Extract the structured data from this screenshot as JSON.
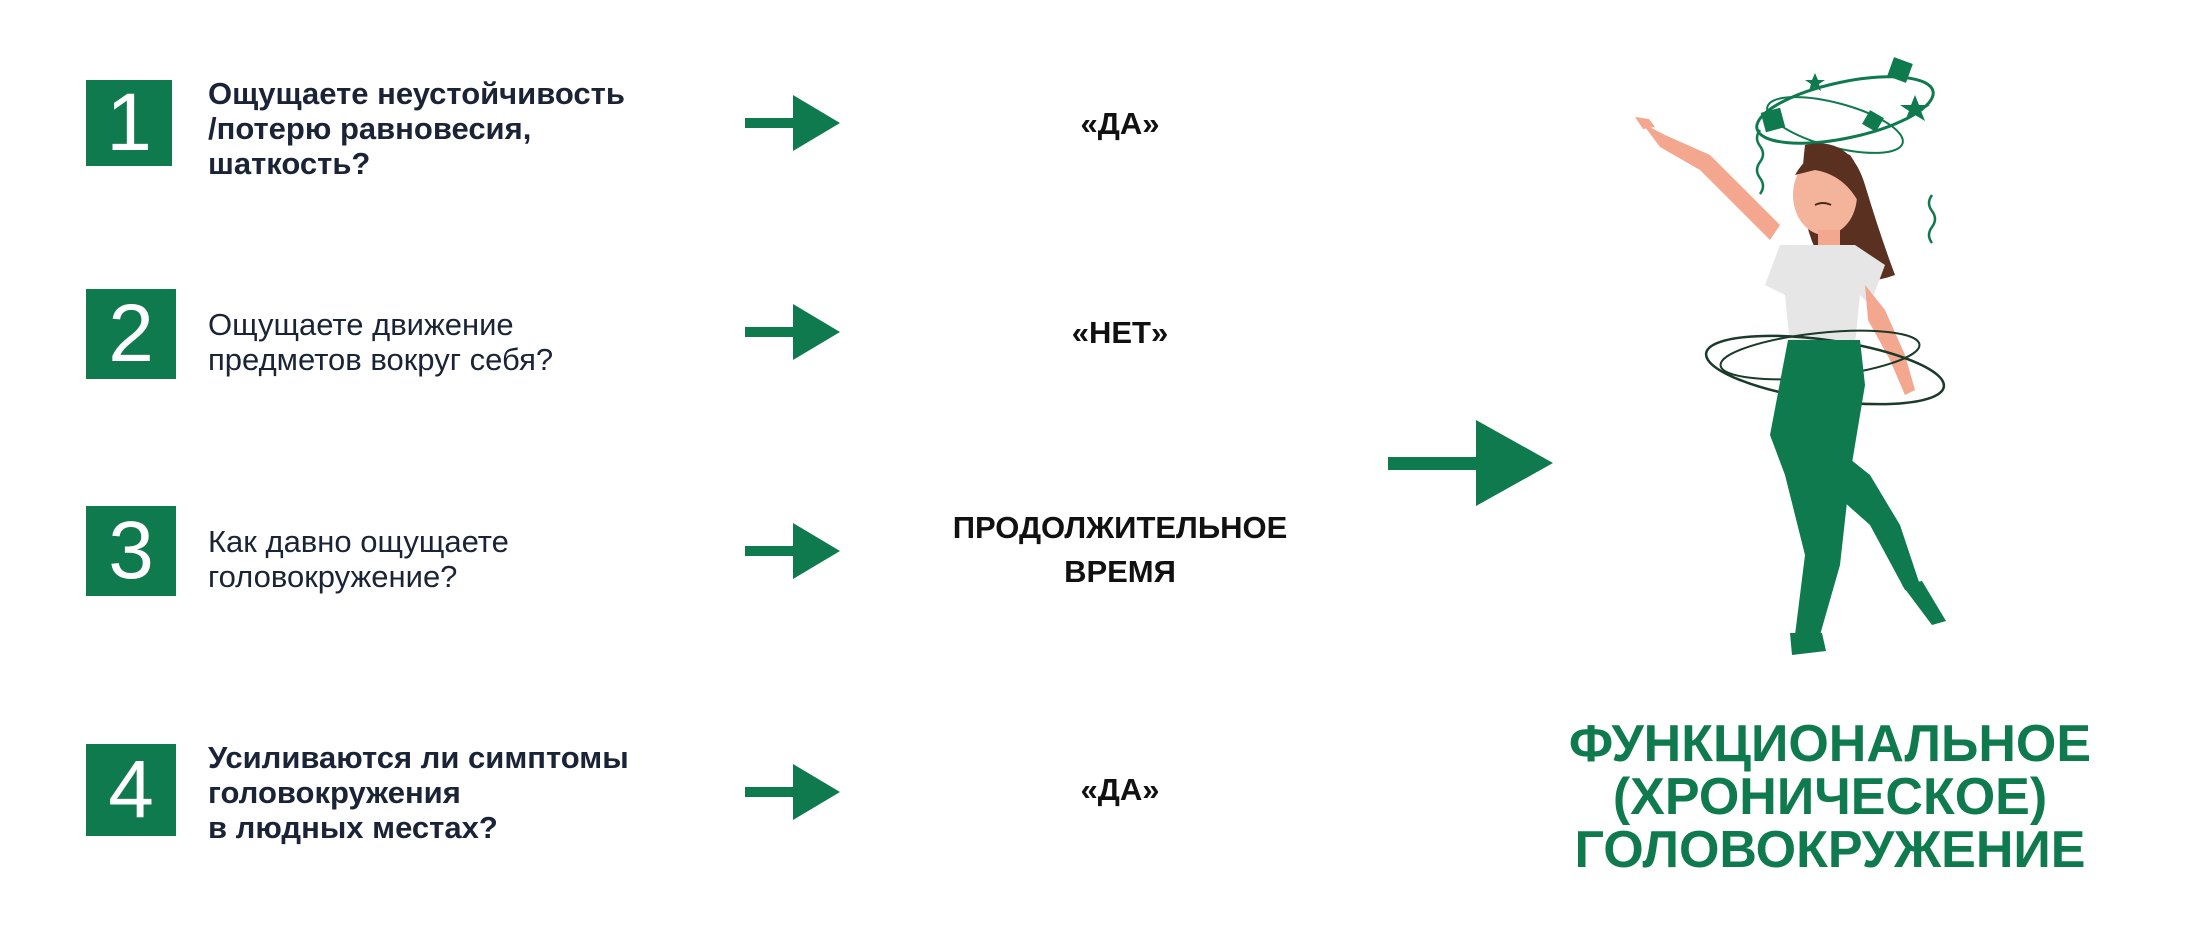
{
  "colors": {
    "brand_green": "#0f7a4e",
    "text_dark": "#1a2436"
  },
  "steps": [
    {
      "number": "1",
      "question": "Ощущаете неустойчивость\n/потерю равновесия,\nшаткость?",
      "answer": "«ДА»"
    },
    {
      "number": "2",
      "question": "Ощущаете движение\nпредметов вокруг себя?",
      "answer": "«НЕТ»"
    },
    {
      "number": "3",
      "question": "Как давно ощущаете\nголовокружение?",
      "answer": "ПРОДОЛЖИТЕЛЬНОЕ\nВРЕМЯ"
    },
    {
      "number": "4",
      "question": "Усиливаются ли симптомы\nголовокружения\nв людных местах?",
      "answer": "«ДА»"
    }
  ],
  "result": {
    "label": "ФУНКЦИОНАЛЬНОЕ\n(ХРОНИЧЕСКОЕ)\nГОЛОВОКРУЖЕНИЕ"
  },
  "icons": {
    "step_arrow": "right-arrow-icon",
    "result_arrow": "right-arrow-icon",
    "illustration": "dizzy-woman-illustration"
  }
}
